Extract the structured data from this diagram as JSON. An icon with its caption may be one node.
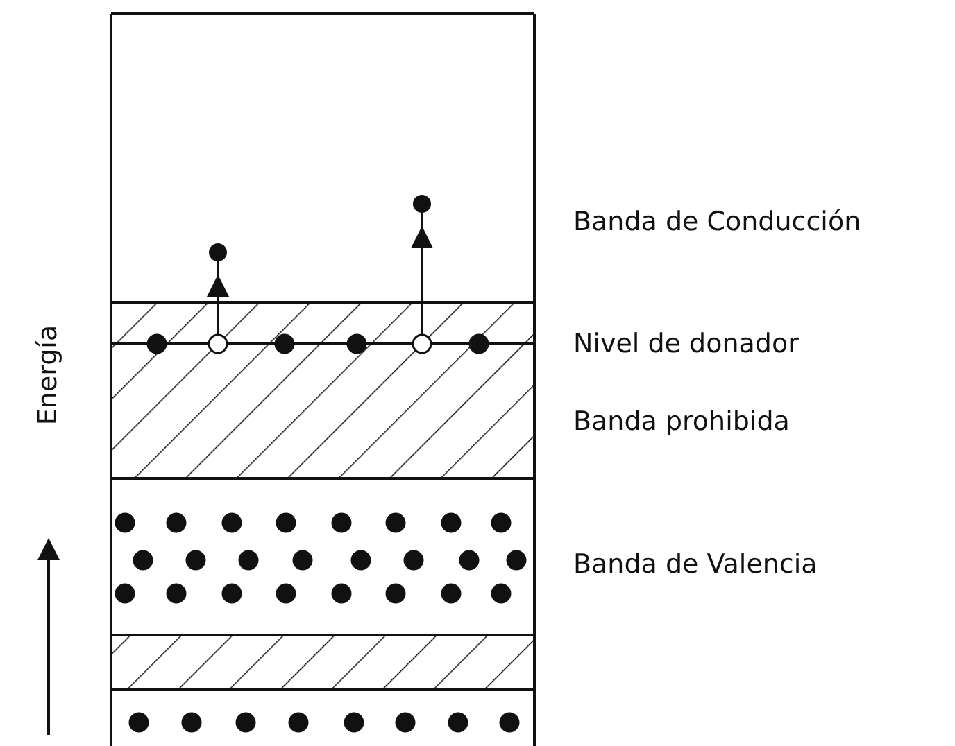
{
  "diagram": {
    "labels": [
      "Energía",
      "Banda de Conducción",
      "Nivel de donador",
      "Banda prohibida",
      "Banda de Valencia"
    ]
  }
}
